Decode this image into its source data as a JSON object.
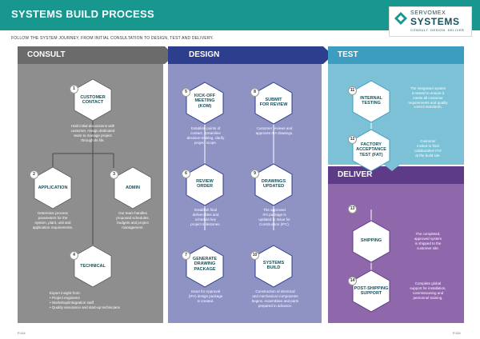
{
  "title": "SYSTEMS BUILD PROCESS",
  "subtitle": "FOLLOW THE SYSTEM JOURNEY, FROM INITIAL CONSULTATION TO DESIGN, TEST AND DELIVERY.",
  "logo": {
    "line1": "SERVOMEX",
    "line2": "SYSTEMS",
    "tagline": "CONSULT. DESIGN. DELIVER"
  },
  "colors": {
    "teal": "#18978f",
    "consult": "#8e8e8e",
    "design": "#8e93c4",
    "design_dark": "#2e3e8e",
    "test": "#7cc1d6",
    "test_dark": "#3c9dc1",
    "deliver": "#8f67ab",
    "deliver_dark": "#5d3b87"
  },
  "sections": {
    "consult": "CONSULT",
    "design": "DESIGN",
    "test": "TEST",
    "deliver": "DELIVER"
  },
  "steps": [
    {
      "num": "1",
      "label": "CUSTOMER\nCONTACT",
      "desc": "Hold initial discussions with\ncustomer. Assign dedicated\nteam to manage project\nthrough its life."
    },
    {
      "num": "2",
      "label": "APPLICATION",
      "desc": "Determine process\nparameters for the\nsystem, plant, unit and\napplication requirements."
    },
    {
      "num": "3",
      "label": "ADMIN",
      "desc": "Our team handles\nproposed schedules,\nbudgets and project\nmanagement."
    },
    {
      "num": "4",
      "label": "TECHNICAL",
      "desc": "Expert insight from:\n• Project engineers\n• Workshop/integration staff\n• Quality assurance and start-up technicians"
    },
    {
      "num": "5",
      "label": "KICK-OFF\nMEETING\n(KOM)",
      "desc": "Establish points of\ncontact, streamline\ndecision-making, clarify\nproject scope."
    },
    {
      "num": "6",
      "label": "REVIEW\nORDER",
      "desc": "Establish final\ndeliverables and\nschedule key\nproject milestones."
    },
    {
      "num": "7",
      "label": "GENERATE\nDRAWING\nPACKAGE",
      "desc": "Issue for Approval\n(IFA) design package\nis created."
    },
    {
      "num": "8",
      "label": "SUBMIT\nFOR REVIEW",
      "desc": "Customer reviews and\napproves IFA drawings."
    },
    {
      "num": "9",
      "label": "DRAWINGS\nUPDATED",
      "desc": "The approved\nIFA package is\nupdated to Issue for\nConstruction (IFC)."
    },
    {
      "num": "10",
      "label": "SYSTEMS\nBUILD",
      "desc": "Construction of electrical\nand mechanical components\nbegins. Assemblies and parts\nprepared in advance."
    },
    {
      "num": "11",
      "label": "INTERNAL\nTESTING",
      "desc": "The integrated system\nis tested to ensure it\nmeets all customer\nrequirements and quality\ncontrol standards."
    },
    {
      "num": "12",
      "label": "FACTORY\nACCEPTANCE\nTEST (FAT)",
      "desc": "Customer\ninvited to final\ncollaborative FAT\nat the build site."
    },
    {
      "num": "13",
      "label": "SHIPPING",
      "desc": "The completed,\napproved system\nis shipped to the\ncustomer site."
    },
    {
      "num": "14",
      "label": "POST-SHIPPING\nSUPPORT",
      "desc": "Complete global\nsupport for installation,\ncommissioning and\npersonnel training."
    }
  ],
  "footer": {
    "left": "P.114",
    "right": "P.115"
  }
}
